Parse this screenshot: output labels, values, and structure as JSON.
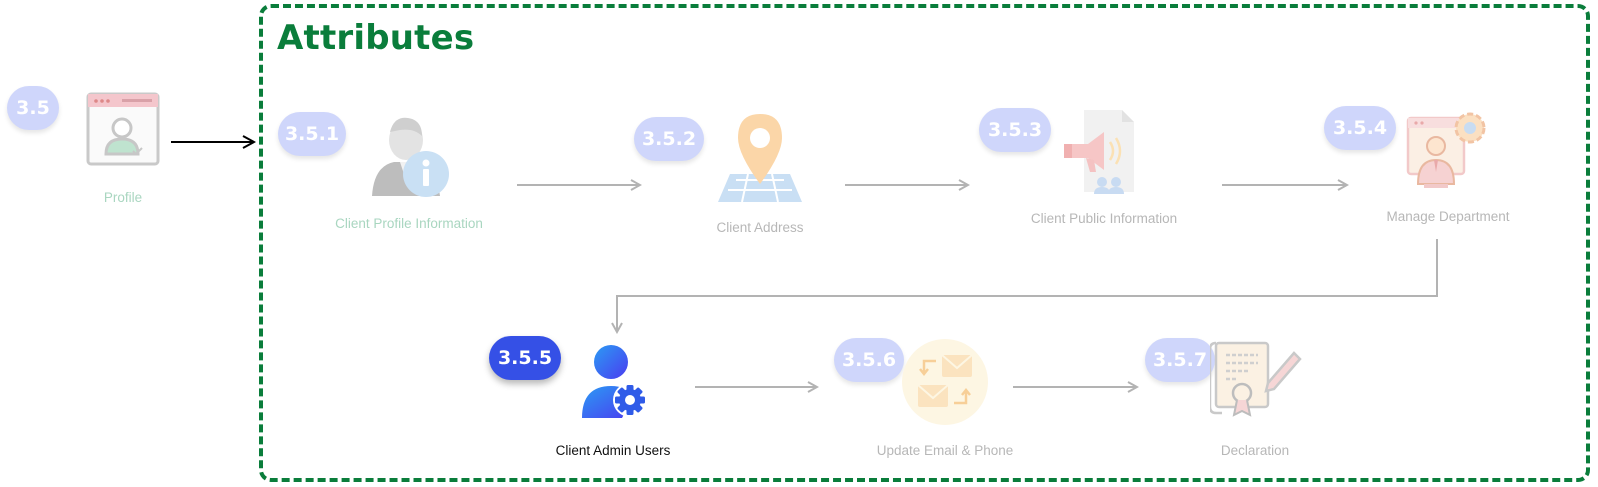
{
  "group": {
    "title": "Attributes",
    "border_color": "#0a7d3b"
  },
  "parent": {
    "number": "3.5",
    "label": "Profile",
    "icon": "profile-window-icon"
  },
  "steps": [
    {
      "number": "3.5.1",
      "label": "Client Profile Information",
      "icon": "user-info-icon",
      "state": "inactive"
    },
    {
      "number": "3.5.2",
      "label": "Client Address",
      "icon": "map-pin-icon",
      "state": "inactive"
    },
    {
      "number": "3.5.3",
      "label": "Client Public Information",
      "icon": "megaphone-icon",
      "state": "inactive"
    },
    {
      "number": "3.5.4",
      "label": "Manage Department",
      "icon": "department-manager-icon",
      "state": "inactive"
    },
    {
      "number": "3.5.5",
      "label": "Client Admin Users",
      "icon": "admin-user-gear-icon",
      "state": "active"
    },
    {
      "number": "3.5.6",
      "label": "Update Email & Phone",
      "icon": "email-swap-icon",
      "state": "inactive"
    },
    {
      "number": "3.5.7",
      "label": "Declaration",
      "icon": "certificate-scroll-icon",
      "state": "inactive"
    }
  ],
  "colors": {
    "badge_inactive": "#cfd6fb",
    "badge_active": "#3550e6",
    "connector": "#b3b3b3",
    "active_arrow": "#000000"
  }
}
